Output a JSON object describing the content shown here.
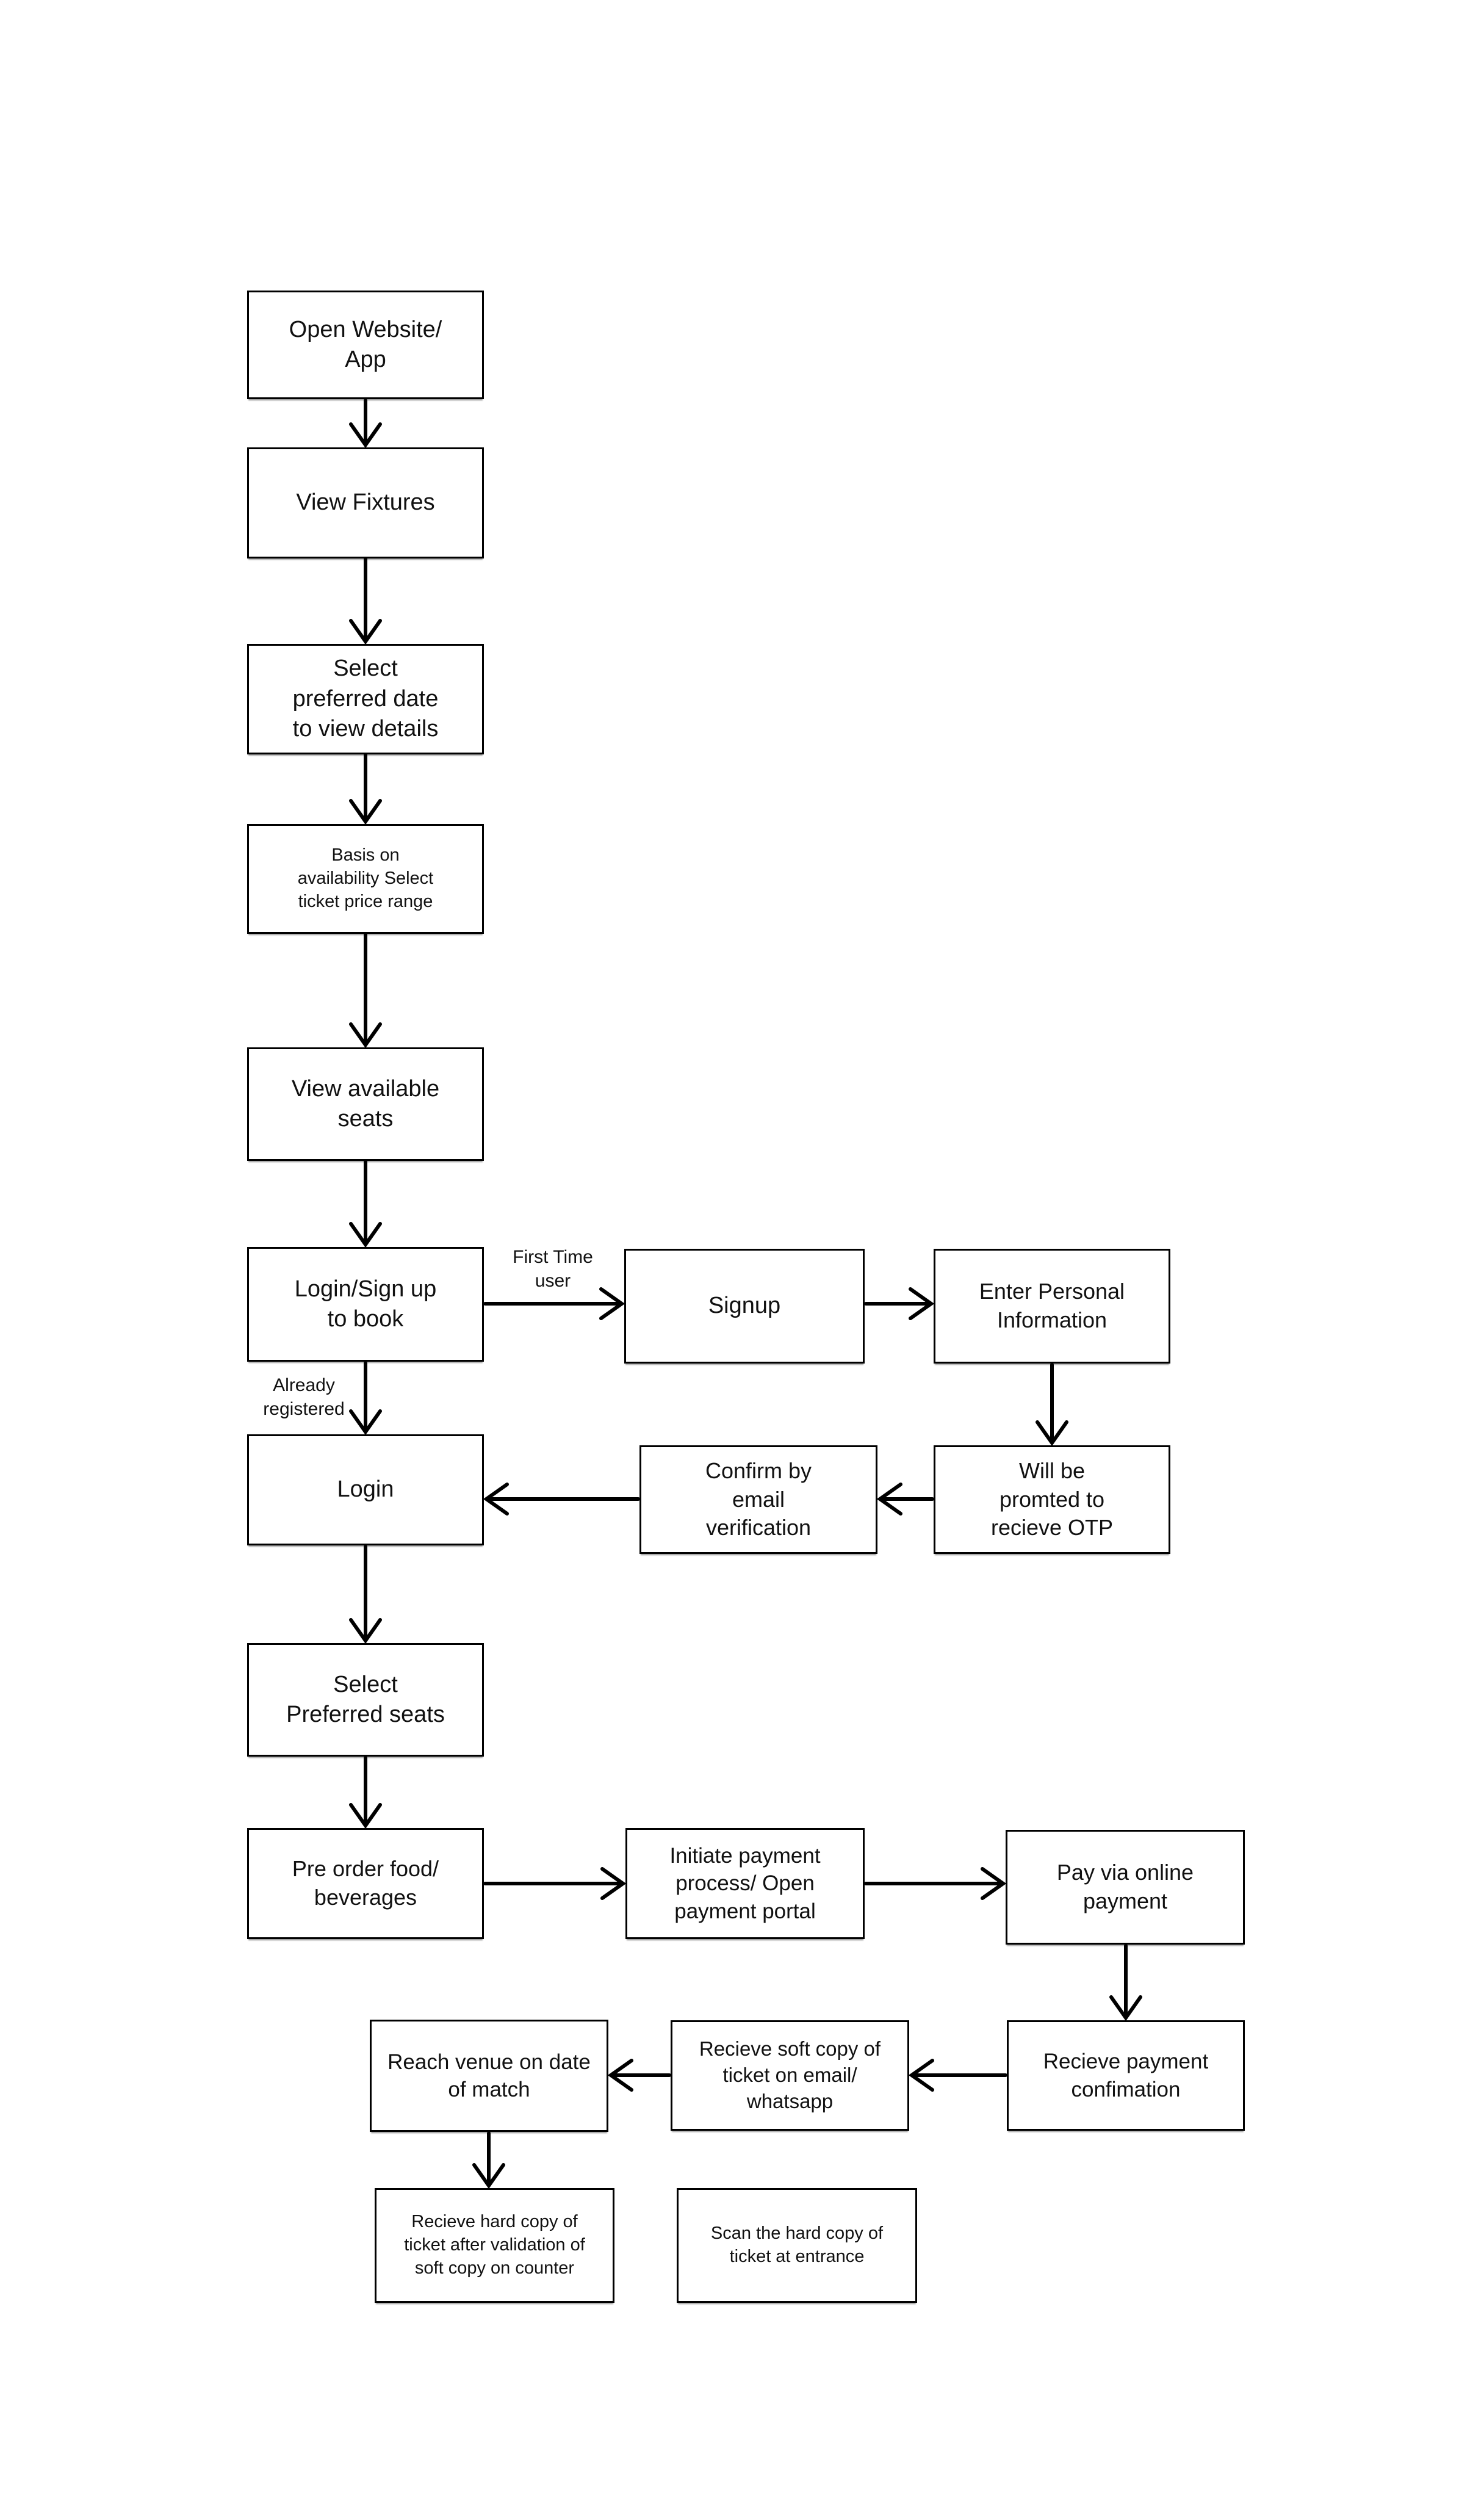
{
  "diagram": {
    "type": "flowchart",
    "colors": {
      "background": "#ffffff",
      "node_fill": "#ffffff",
      "node_border": "#000000",
      "arrow": "#000000",
      "text": "#111111"
    },
    "nodes": [
      {
        "id": "open-website",
        "label": "Open Website/\nApp"
      },
      {
        "id": "view-fixtures",
        "label": "View Fixtures"
      },
      {
        "id": "select-date",
        "label": "Select\npreferred date\nto view details"
      },
      {
        "id": "basis-availability",
        "label": "Basis on\navailability Select\nticket price range"
      },
      {
        "id": "view-seats",
        "label": "View available\nseats"
      },
      {
        "id": "login-signup",
        "label": "Login/Sign up\nto book"
      },
      {
        "id": "signup",
        "label": "Signup"
      },
      {
        "id": "enter-personal",
        "label": "Enter Personal\nInformation"
      },
      {
        "id": "login",
        "label": "Login"
      },
      {
        "id": "confirm-email",
        "label": "Confirm by\nemail\nverification"
      },
      {
        "id": "otp",
        "label": "Will be\npromted to\nrecieve OTP"
      },
      {
        "id": "select-seats",
        "label": "Select\nPreferred seats"
      },
      {
        "id": "pre-order",
        "label": "Pre order food/\nbeverages"
      },
      {
        "id": "initiate-payment",
        "label": "Initiate payment\nprocess/ Open\npayment portal"
      },
      {
        "id": "pay-online",
        "label": "Pay via online\npayment"
      },
      {
        "id": "payment-confirmation",
        "label": "Recieve payment\nconfimation"
      },
      {
        "id": "soft-copy",
        "label": "Recieve soft copy of\nticket on email/\nwhatsapp"
      },
      {
        "id": "reach-venue",
        "label": "Reach venue on date\nof match"
      },
      {
        "id": "hard-copy",
        "label": "Recieve hard copy of\nticket after validation of\nsoft copy on counter"
      },
      {
        "id": "scan-ticket",
        "label": "Scan the hard copy of\nticket at entrance"
      }
    ],
    "edge_labels": [
      {
        "id": "first-time",
        "text": "First Time\nuser"
      },
      {
        "id": "already-registered",
        "text": "Already\nregistered"
      }
    ]
  }
}
